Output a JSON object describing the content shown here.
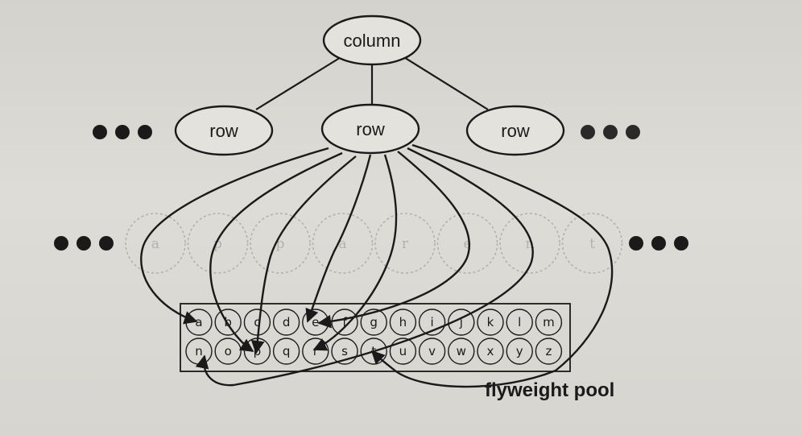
{
  "tree": {
    "column": "column",
    "rows": [
      "row",
      "row",
      "row"
    ]
  },
  "ghost_chars": [
    "a",
    "p",
    "p",
    "a",
    "r",
    "e",
    "n",
    "t"
  ],
  "pool": {
    "row1": [
      "a",
      "b",
      "c",
      "d",
      "e",
      "f",
      "g",
      "h",
      "i",
      "j",
      "k",
      "l",
      "m"
    ],
    "row2": [
      "n",
      "o",
      "p",
      "q",
      "r",
      "s",
      "t",
      "u",
      "v",
      "w",
      "x",
      "y",
      "z"
    ],
    "label": "flyweight pool"
  },
  "colors": {
    "ink": "#1a1a1a",
    "ghost": "#b3b1ac",
    "paper": "#d9d7d2"
  }
}
